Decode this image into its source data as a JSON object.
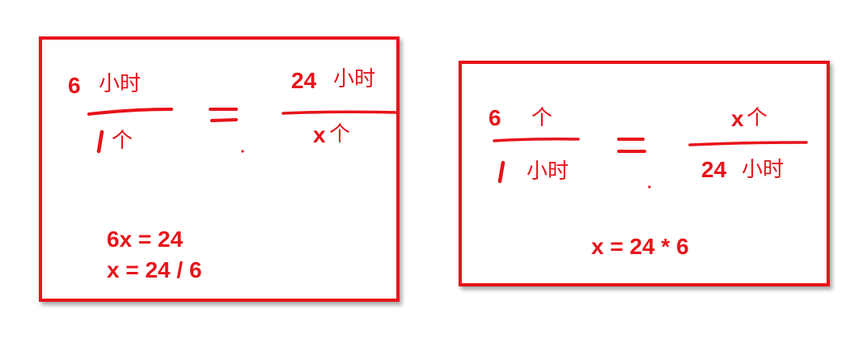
{
  "left_card": {
    "lhs_numerator": {
      "number": "6",
      "unit": "小时"
    },
    "lhs_denominator": {
      "number": "1",
      "unit": "个"
    },
    "rhs_numerator": {
      "number": "24",
      "unit": "小时"
    },
    "rhs_denominator": {
      "number": "x",
      "unit": "个"
    },
    "solution_line_1": "6x = 24",
    "solution_line_2": "x = 24 / 6"
  },
  "right_card": {
    "lhs_numerator": {
      "number": "6",
      "unit": "个"
    },
    "lhs_denominator": {
      "number": "1",
      "unit": "小时"
    },
    "rhs_numerator": {
      "number": "x",
      "unit": "个"
    },
    "rhs_denominator": {
      "number": "24",
      "unit": "小时"
    },
    "solution_line_1": "x = 24 * 6"
  },
  "colors": {
    "ink": "#e8131a",
    "border": "#e8131a",
    "background": "#ffffff"
  }
}
